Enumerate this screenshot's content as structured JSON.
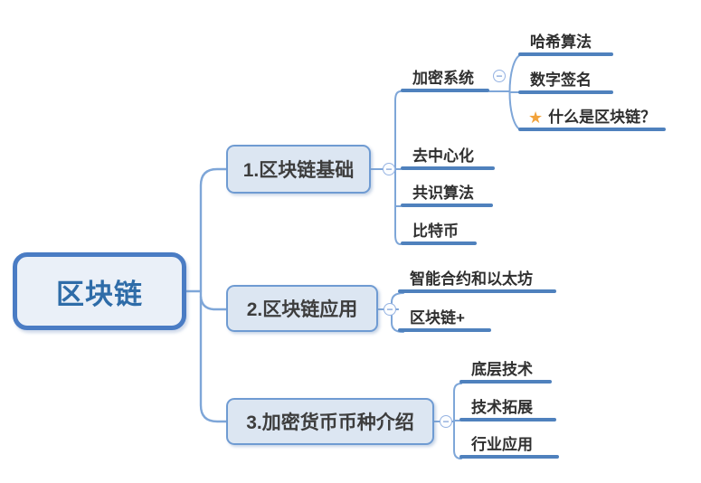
{
  "icons": {
    "collapse": "−",
    "star": "★"
  },
  "colors": {
    "root_border": "#4a7cc4",
    "root_fill": "#eaf0f8",
    "root_text": "#2e6ca8",
    "branch_border": "#6f9bd2",
    "branch_fill": "#dce6f2",
    "underline": "#4f81bd",
    "connector": "#7ea6d8",
    "star": "#f2a33c"
  },
  "mindmap": {
    "root": {
      "label": "区块链"
    },
    "branches": [
      {
        "label": "1.区块链基础",
        "children": [
          {
            "label": "加密系统",
            "children": [
              {
                "label": "哈希算法"
              },
              {
                "label": "数字签名"
              },
              {
                "label": "什么是区块链？",
                "starred": true
              }
            ]
          },
          {
            "label": "去中心化"
          },
          {
            "label": "共识算法"
          },
          {
            "label": "比特币"
          }
        ]
      },
      {
        "label": "2.区块链应用",
        "children": [
          {
            "label": "智能合约和以太坊"
          },
          {
            "label": "区块链+"
          }
        ]
      },
      {
        "label": "3.加密货币币种介绍",
        "children": [
          {
            "label": "底层技术"
          },
          {
            "label": "技术拓展"
          },
          {
            "label": "行业应用"
          }
        ]
      }
    ]
  }
}
